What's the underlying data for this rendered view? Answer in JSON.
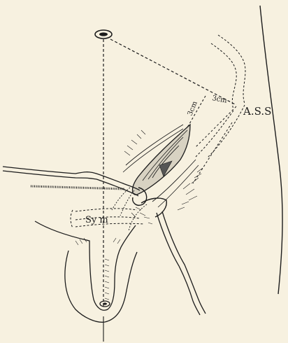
{
  "figure": {
    "labels": {
      "ass": "A.S.S",
      "sym": "Sy m",
      "dist1": "3cm",
      "dist2": "3cm"
    },
    "colors": {
      "background": "#f7f1e0",
      "ink": "#1c1c1c"
    }
  }
}
